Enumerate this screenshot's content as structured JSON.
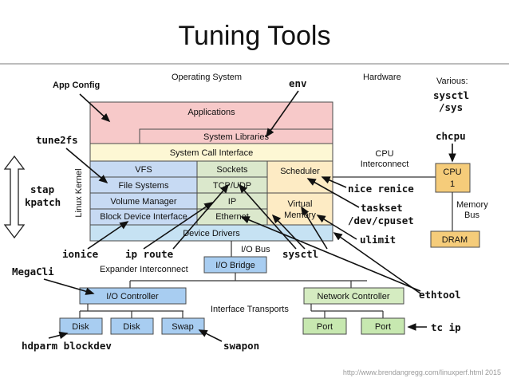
{
  "title": "Tuning Tools",
  "colors": {
    "applications": "#f7c9c9",
    "syscall": "#fdf7d4",
    "vfs_stack": "#c7daf3",
    "sockets_stack": "#dbe8cc",
    "scheduler": "#fdebc4",
    "device_drivers": "#c6e2f3",
    "io_bridge": "#a8cdf1",
    "io_controller": "#a8cdf1",
    "disk": "#a8cdf1",
    "network_controller": "#d5ecc1",
    "port": "#c7e8b0",
    "cpu": "#f5cc7a",
    "dram": "#f5cc7a"
  },
  "labels": {
    "operating_system": "Operating System",
    "hardware": "Hardware",
    "various": "Various:",
    "linux_kernel": "Linux Kernel",
    "applications": "Applications",
    "system_libraries": "System Libraries",
    "system_call_interface": "System Call Interface",
    "vfs": "VFS",
    "file_systems": "File Systems",
    "volume_manager": "Volume Manager",
    "block_device_interface": "Block Device Interface",
    "sockets": "Sockets",
    "tcp_udp": "TCP/UDP",
    "ip": "IP",
    "ethernet": "Ethernet",
    "scheduler": "Scheduler",
    "virtual": "Virtual",
    "memory": "Memory",
    "device_drivers": "Device Drivers",
    "io_bus": "I/O Bus",
    "io_bridge": "I/O Bridge",
    "expander_interconnect": "Expander Interconnect",
    "io_controller": "I/O Controller",
    "interface_transports": "Interface Transports",
    "network_controller": "Network Controller",
    "disk1": "Disk",
    "disk2": "Disk",
    "swap": "Swap",
    "port1": "Port",
    "port2": "Port",
    "cpu_interconnect_1": "CPU",
    "cpu_interconnect_2": "Interconnect",
    "cpu": "CPU",
    "cpu_num": "1",
    "memory_bus_1": "Memory",
    "memory_bus_2": "Bus",
    "dram": "DRAM"
  },
  "tools": {
    "app_config": "App Config",
    "env": "env",
    "sysctl": "sysctl",
    "sys": "/sys",
    "chcpu": "chcpu",
    "tune2fs": "tune2fs",
    "stap": "stap",
    "kpatch": "kpatch",
    "nice_renice": "nice renice",
    "taskset": "taskset",
    "dev_cpuset": "/dev/cpuset",
    "ulimit": "ulimit",
    "ionice": "ionice",
    "ip_route": "ip route",
    "sysctl2": "sysctl",
    "megacli": "MegaCli",
    "ethtool": "ethtool",
    "tc_ip": "tc ip",
    "hdparm_blockdev": "hdparm blockdev",
    "swapon": "swapon"
  },
  "footer_url": "http://www.brendangregg.com/linuxperf.html 2015"
}
